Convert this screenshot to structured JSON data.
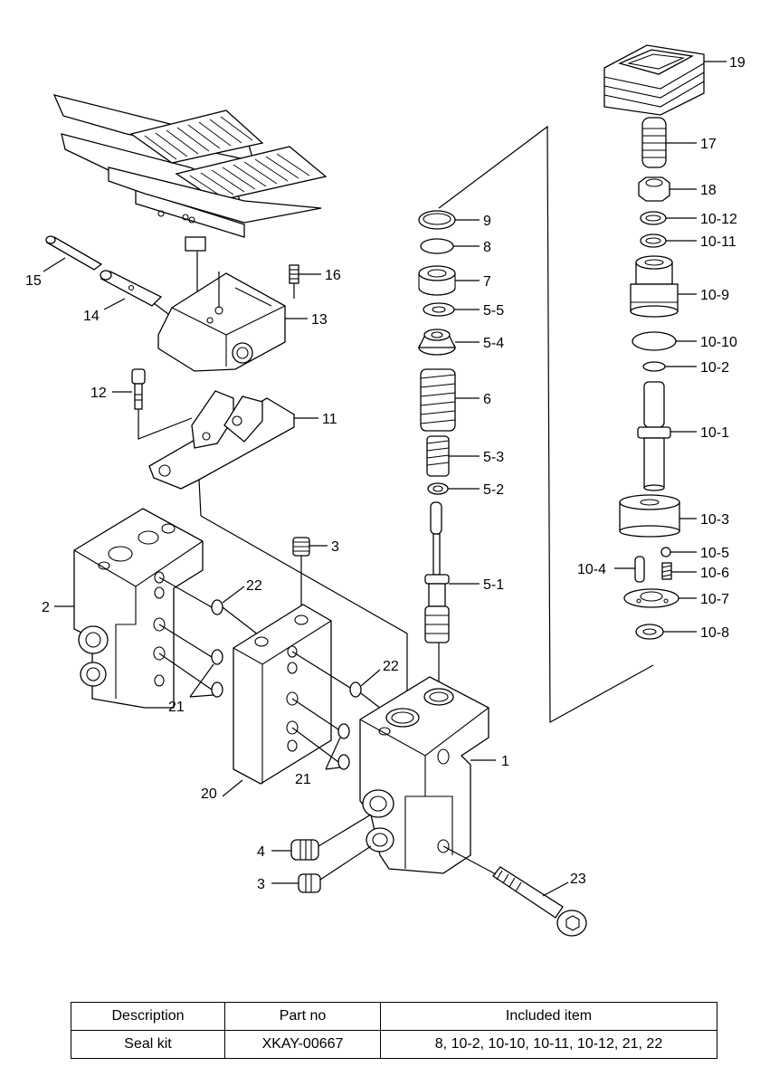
{
  "callouts": {
    "p19": "19",
    "p17": "17",
    "p18": "18",
    "p10_12": "10-12",
    "p10_11": "10-11",
    "p10_9": "10-9",
    "p10_10": "10-10",
    "p10_2": "10-2",
    "p10_1": "10-1",
    "p10_3": "10-3",
    "p10_5": "10-5",
    "p10_4": "10-4",
    "p10_6": "10-6",
    "p10_7": "10-7",
    "p10_8": "10-8",
    "p9": "9",
    "p8": "8",
    "p7": "7",
    "p5_5": "5-5",
    "p5_4": "5-4",
    "p6": "6",
    "p5_3": "5-3",
    "p5_2": "5-2",
    "p5_1": "5-1",
    "p15": "15",
    "p14": "14",
    "p16": "16",
    "p13": "13",
    "p12": "12",
    "p11": "11",
    "p3_top": "3",
    "p2": "2",
    "p22_left": "22",
    "p21_left": "21",
    "p22_right": "22",
    "p21_right": "21",
    "p20": "20",
    "p1": "1",
    "p4": "4",
    "p3_bottom": "3",
    "p23": "23"
  },
  "table": {
    "headers": [
      "Description",
      "Part no",
      "Included item"
    ],
    "row": [
      "Seal kit",
      "XKAY-00667",
      "8, 10-2, 10-10, 10-11, 10-12, 21, 22"
    ]
  }
}
